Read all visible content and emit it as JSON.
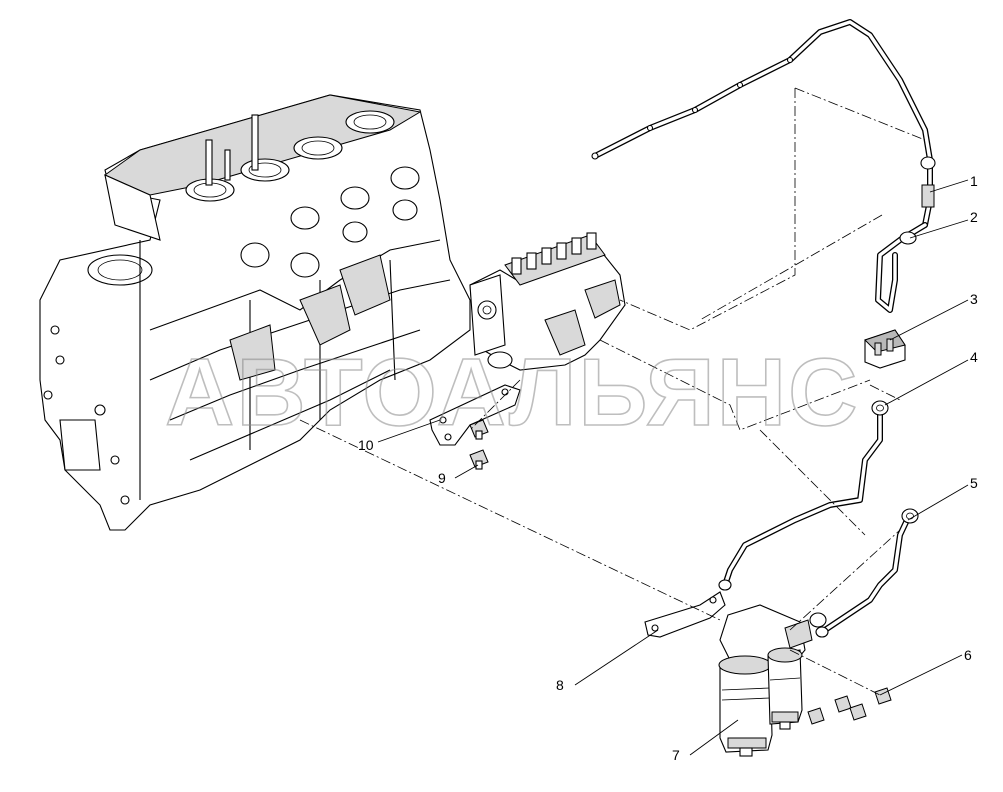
{
  "watermark": "АВТОАЛЬЯНС",
  "callouts": [
    {
      "id": "1",
      "label": "1"
    },
    {
      "id": "2",
      "label": "2"
    },
    {
      "id": "3",
      "label": "3"
    },
    {
      "id": "4",
      "label": "4"
    },
    {
      "id": "5",
      "label": "5"
    },
    {
      "id": "6",
      "label": "6"
    },
    {
      "id": "7",
      "label": "7"
    },
    {
      "id": "8",
      "label": "8"
    },
    {
      "id": "9",
      "label": "9"
    },
    {
      "id": "10",
      "label": "10"
    }
  ]
}
